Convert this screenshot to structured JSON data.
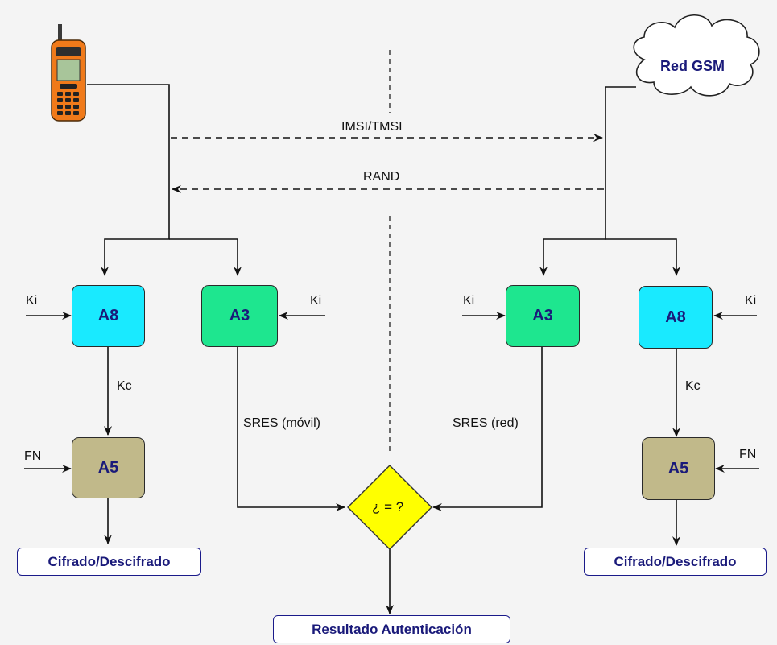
{
  "network": {
    "label": "Red GSM"
  },
  "messages": {
    "identity": "IMSI/TMSI",
    "challenge": "RAND"
  },
  "mobile": {
    "a8": "A8",
    "a3": "A3",
    "a5": "A5",
    "ki_a8": "Ki",
    "ki_a3": "Ki",
    "fn": "FN",
    "kc": "Kc",
    "sres": "SRES (móvil)",
    "output": "Cifrado/Descifrado"
  },
  "net": {
    "a3": "A3",
    "a8": "A8",
    "a5": "A5",
    "ki_a3": "Ki",
    "ki_a8": "Ki",
    "fn": "FN",
    "kc": "Kc",
    "sres": "SRES (red)",
    "output": "Cifrado/Descifrado"
  },
  "compare": {
    "label": "¿ = ?",
    "result": "Resultado Autenticación"
  },
  "colors": {
    "a8": "#19eaff",
    "a3": "#1ee68f",
    "a5": "#c1b98a",
    "compare": "#ffff00",
    "text_blue": "#1a1a7a"
  },
  "icons": [
    "mobile-phone-icon",
    "cloud-icon"
  ]
}
